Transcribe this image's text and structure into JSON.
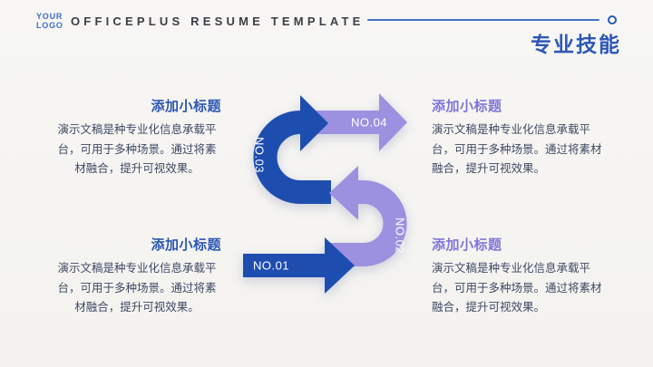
{
  "slide": {
    "logo_line1": "YOUR",
    "logo_line2": "LOGO",
    "header_text": "OFFICEPLUS RESUME TEMPLATE",
    "title": "专业技能"
  },
  "diagram": {
    "type": "s-curve-process-arrows",
    "steps": [
      {
        "label": "NO.01",
        "color": "#1e4db0",
        "shape": "straight-arrow-right-bottom"
      },
      {
        "label": "NO.02",
        "color": "#9c90e0",
        "shape": "u-curve-right-arrow-left"
      },
      {
        "label": "NO.03",
        "color": "#1e4db0",
        "shape": "u-curve-left-arrow-right"
      },
      {
        "label": "NO.04",
        "color": "#9c90e0",
        "shape": "straight-arrow-right-top"
      }
    ]
  },
  "blocks": [
    {
      "position": "top-left",
      "heading": "添加小标题",
      "heading_color": "#2b57b4",
      "body": "演示文稿是种专业化信息承载平台，可用于多种场景。通过将素材融合，提升可视效果。"
    },
    {
      "position": "top-right",
      "heading": "添加小标题",
      "heading_color": "#8075d8",
      "body": "演示文稿是种专业化信息承载平台，可用于多种场景。通过将素材融合，提升可视效果。"
    },
    {
      "position": "bottom-left",
      "heading": "添加小标题",
      "heading_color": "#2b57b4",
      "body": "演示文稿是种专业化信息承载平台，可用于多种场景。通过将素材融合，提升可视效果。"
    },
    {
      "position": "bottom-right",
      "heading": "添加小标题",
      "heading_color": "#8075d8",
      "body": "演示文稿是种专业化信息承载平台，可用于多种场景。通过将素材融合，提升可视效果。"
    }
  ],
  "colors": {
    "background": "#f5f4f1",
    "accent_blue": "#2b57b6",
    "accent_purple": "#9c90e0",
    "dark_arrow": "#1e4db0",
    "header_text": "#3e3e46",
    "body_text": "#3d4963",
    "header_line": "#4472c8"
  }
}
